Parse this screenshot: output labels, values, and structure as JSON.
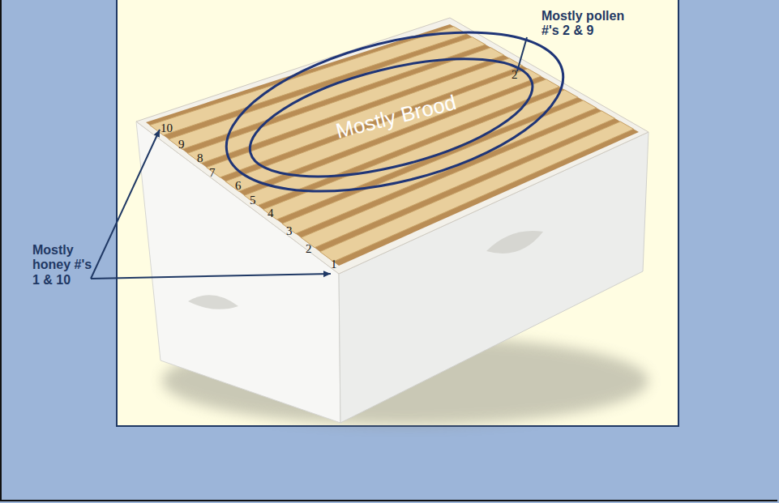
{
  "diagram": {
    "nodes": [
      {
        "text": [
          "Mostly Brood"
        ]
      }
    ],
    "labels": [
      "Mostly pollen #'s 2 & 9",
      "2",
      "10",
      "9",
      "8",
      "7",
      "6",
      "5",
      "4",
      "3",
      "2",
      "1",
      "Mostly honey #'s 1 & 10"
    ]
  }
}
